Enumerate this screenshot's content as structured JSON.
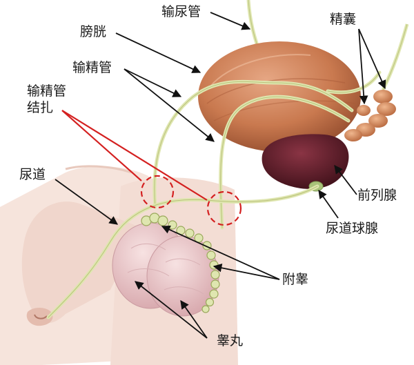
{
  "labels": {
    "ureter": "输尿管",
    "seminal_vesicle": "精囊",
    "bladder": "膀胱",
    "vas_deferens": "输精管",
    "vasectomy_line1": "输精管",
    "vasectomy_line2": "结扎",
    "urethra": "尿道",
    "prostate": "前列腺",
    "bulbourethral_gland": "尿道球腺",
    "epididymis": "附睾",
    "testis": "睾丸"
  },
  "colors": {
    "arrow": "#111111",
    "vasectomy_marker": "#d42020",
    "duct": "#dfe6b0",
    "bladder": "#c8784f",
    "prostate": "#5e1e2a",
    "testis": "#e8c4c6",
    "skin": "#f3ddd4"
  }
}
